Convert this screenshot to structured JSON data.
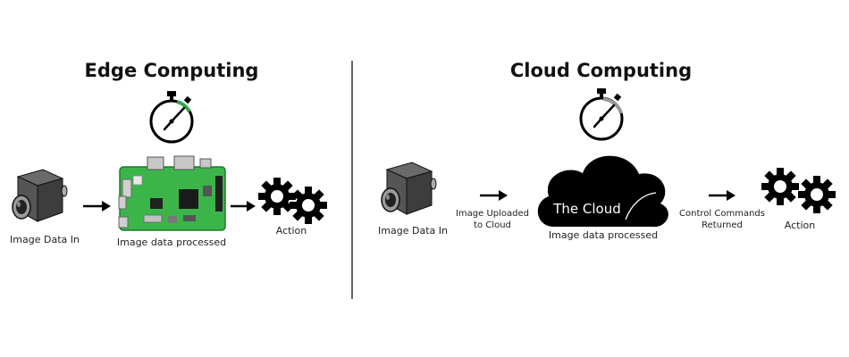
{
  "colors": {
    "timer_accent_edge": "#2fa84f",
    "timer_accent_cloud": "#9a9a9a",
    "board": "#3bb54a",
    "cloud": "#000000",
    "divider": "#333333"
  },
  "edge": {
    "title": "Edge Computing",
    "input_label": "Image Data In",
    "process_label": "Image data processed",
    "output_label": "Action",
    "icons": [
      "camera-icon",
      "stopwatch-icon",
      "circuit-board-icon",
      "gears-icon",
      "arrow-right-icon"
    ]
  },
  "cloud": {
    "title": "Cloud Computing",
    "input_label": "Image Data In",
    "upload_label": "Image Uploaded to Cloud",
    "cloud_text": "The Cloud",
    "process_label": "Image data processed",
    "return_label": "Control Commands Returned",
    "output_label": "Action",
    "icons": [
      "camera-icon",
      "stopwatch-icon",
      "cloud-icon",
      "gears-icon",
      "arrow-right-icon"
    ]
  }
}
